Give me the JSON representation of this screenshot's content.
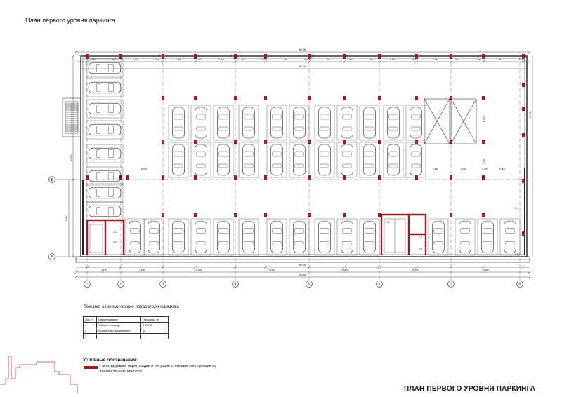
{
  "title": "План первого уровня паркинга",
  "bottom_title": "ПЛАН ПЕРВОГО УРОВНЯ ПАРКИНГА",
  "plan": {
    "overall_dim": "84 990",
    "inner_dim": "84 240",
    "bottom_dim_total": "85 490",
    "bottom_dim_total2": "85 380",
    "left_dim": "30 510",
    "left_dim2": "11 400",
    "top_bays": [
      "6 570",
      "300",
      "6 270",
      "300",
      "5 265",
      "300",
      "5 265",
      "300",
      "6 300",
      "300",
      "5 200",
      "300",
      "5 095",
      "300",
      "6 510",
      "300",
      "5 340",
      "300",
      "5 345",
      "300",
      "3 645"
    ],
    "bottom_bays": [
      "4 795",
      "8 425",
      "10 510",
      "10 940",
      "10 180",
      "10 300",
      "10 180"
    ],
    "mid_dims": [
      "6 370",
      "2 845",
      "3 630",
      "3 030",
      "5 000"
    ],
    "right_dims": [
      "10 080",
      "6 175",
      "3 160"
    ],
    "axes_h": [
      "1",
      "2",
      "3",
      "4",
      "5",
      "6",
      "7",
      "8"
    ],
    "axes_v": [
      "Б",
      "А"
    ],
    "room_labels": [
      "2.1",
      "2.2",
      "1.1",
      "2.3",
      "2.4",
      "8.4"
    ],
    "rmark": "12.33"
  },
  "tep": {
    "title": "Технико-экономические показатели паркинга",
    "headers": [
      "Пос. п",
      "Наименование",
      "Площадь, м²"
    ],
    "rows": [
      [
        "1",
        "Общая площадь",
        "1 202,3"
      ],
      [
        "2",
        "Количество машиномест",
        "44"
      ],
      [
        "3",
        "",
        ""
      ]
    ]
  },
  "legend": {
    "title": "Условные обозначения:",
    "text": "- монтируемые перегородки и несущие стеновые конструкции из керамического кирпича"
  },
  "colors": {
    "wall": "#9b1b20",
    "line": "#222222",
    "red_sketch": "#d23a3a"
  }
}
